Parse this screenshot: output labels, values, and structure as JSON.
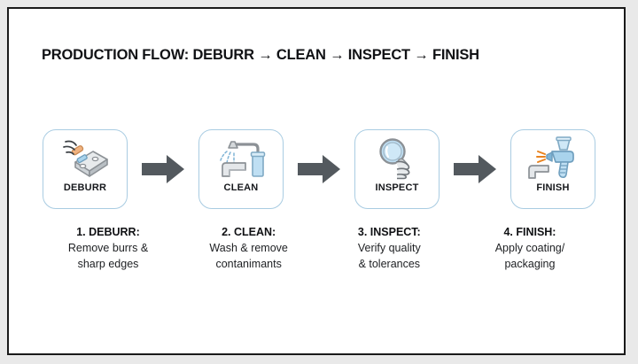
{
  "slide": {
    "title": "PRODUCTION FLOW: DEBURR → CLEAN → INSPECT → FINISH",
    "background_color": "#ffffff",
    "frame_color": "#1a1a1a",
    "page_background": "#d7d7d7"
  },
  "colors": {
    "card_border": "#a9cce2",
    "card_fill": "#ffffff",
    "arrow_fill": "#53595e",
    "title_text": "#111215",
    "body_text": "#1d1f22",
    "icon_gray": "#9aa0a6",
    "icon_gray_light": "#d4d8db",
    "icon_blue": "#a9d3ec",
    "icon_blue_dark": "#7fb4d6",
    "icon_skin": "#f0b27f",
    "icon_orange": "#e8821e"
  },
  "steps": [
    {
      "label": "DEBURR",
      "icon": "deburr-tool-icon",
      "arrow_after": true,
      "caption_title": "1. DEBURR:",
      "caption_lines": [
        "Remove burrs &",
        "sharp edges"
      ]
    },
    {
      "label": "CLEAN",
      "icon": "spray-wash-icon",
      "arrow_after": true,
      "caption_title": "2. CLEAN:",
      "caption_lines": [
        "Wash & remove",
        "contanimants"
      ]
    },
    {
      "label": "INSPECT",
      "icon": "magnifying-glass-hand-icon",
      "arrow_after": true,
      "caption_title": "3. INSPECT:",
      "caption_lines": [
        "Verify quality",
        "& tolerances"
      ]
    },
    {
      "label": "FINISH",
      "icon": "spray-gun-icon",
      "arrow_after": false,
      "caption_title": "4. FINISH:",
      "caption_lines": [
        "Apply coating/",
        "packaging"
      ]
    }
  ],
  "arrow": {
    "count": 3,
    "direction": "right",
    "icon": "right-arrow-icon"
  }
}
